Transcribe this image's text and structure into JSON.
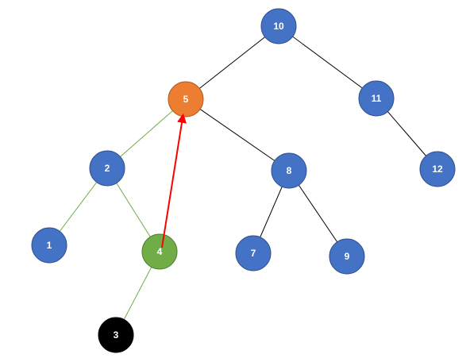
{
  "diagram": {
    "type": "binary-search-tree",
    "colors": {
      "node_default": "#4472C4",
      "node_default_stroke": "#2F528F",
      "node_highlight": "#ED7D31",
      "node_highlight_stroke": "#AE5A21",
      "node_visited": "#70AD47",
      "node_visited_stroke": "#507E32",
      "node_removed": "#000000",
      "edge_default": "#000000",
      "edge_path": "#70AD47",
      "arrow": "#FF0000"
    },
    "nodes": [
      {
        "id": "n10",
        "label": "10",
        "state": "default"
      },
      {
        "id": "n5",
        "label": "5",
        "state": "highlight"
      },
      {
        "id": "n11",
        "label": "11",
        "state": "default"
      },
      {
        "id": "n2",
        "label": "2",
        "state": "default"
      },
      {
        "id": "n8",
        "label": "8",
        "state": "default"
      },
      {
        "id": "n12",
        "label": "12",
        "state": "default"
      },
      {
        "id": "n1",
        "label": "1",
        "state": "default"
      },
      {
        "id": "n4",
        "label": "4",
        "state": "visited"
      },
      {
        "id": "n7",
        "label": "7",
        "state": "default"
      },
      {
        "id": "n9",
        "label": "9",
        "state": "default"
      },
      {
        "id": "n3",
        "label": "3",
        "state": "removed"
      }
    ],
    "edges": [
      {
        "from": "n10",
        "to": "n5",
        "style": "default"
      },
      {
        "from": "n10",
        "to": "n11",
        "style": "default"
      },
      {
        "from": "n11",
        "to": "n12",
        "style": "default"
      },
      {
        "from": "n5",
        "to": "n8",
        "style": "default"
      },
      {
        "from": "n8",
        "to": "n7",
        "style": "default"
      },
      {
        "from": "n8",
        "to": "n9",
        "style": "default"
      },
      {
        "from": "n5",
        "to": "n2",
        "style": "path"
      },
      {
        "from": "n2",
        "to": "n1",
        "style": "path"
      },
      {
        "from": "n2",
        "to": "n4",
        "style": "path"
      },
      {
        "from": "n4",
        "to": "n3",
        "style": "path"
      }
    ],
    "arrows": [
      {
        "from": "n4",
        "to": "n5",
        "meaning": "replace-with"
      }
    ]
  }
}
